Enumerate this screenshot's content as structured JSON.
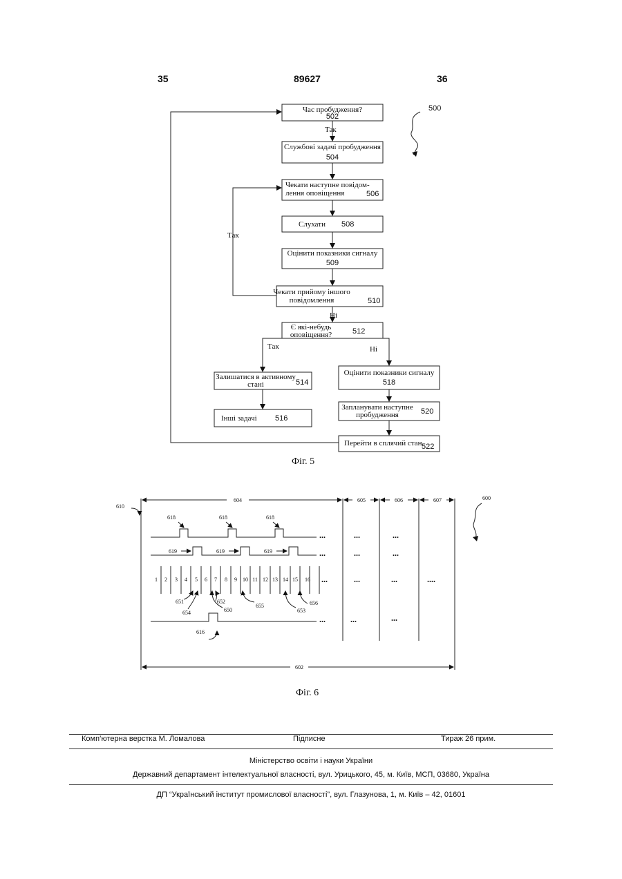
{
  "header": {
    "left_page": "35",
    "patent_number": "89627",
    "right_page": "36"
  },
  "fig5": {
    "ref": "500",
    "caption": "Фіг. 5",
    "boxes": {
      "b502": {
        "line1": "Час пробудження?",
        "num": "502"
      },
      "b504": {
        "line1": "Службові задачі пробудження",
        "num": "504"
      },
      "b506": {
        "line1": "Чекати наступне повідом-",
        "line2": "лення оповіщення",
        "num": "506"
      },
      "b508": {
        "line1": "Слухати",
        "num": "508"
      },
      "b509": {
        "line1": "Оцінити показники сигналу",
        "num": "509"
      },
      "b510": {
        "line1": "Чекати прийому іншого",
        "line2": "повідомлення",
        "num": "510"
      },
      "b512": {
        "line1": "Є які-небудь",
        "line2": "оповіщення?",
        "num": "512"
      },
      "b514": {
        "line1": "Залишатися в активному",
        "line2": "стані",
        "num": "514"
      },
      "b516": {
        "line1": "Інші задачі",
        "num": "516"
      },
      "b518": {
        "line1": "Оцінити показники сигналу",
        "num": "518"
      },
      "b520": {
        "line1": "Запланувати наступне",
        "line2": "пробудження",
        "num": "520"
      },
      "b522": {
        "line1": "Перейти в сплячий стан",
        "num": "522"
      }
    },
    "labels": {
      "yes1": "Так",
      "yes_loop": "Так",
      "no1": "Ні",
      "yes2": "Так",
      "no2": "Ні"
    }
  },
  "fig6": {
    "ref": "600",
    "caption": "Фіг. 6",
    "labels": {
      "l610": "610",
      "l604": "604",
      "l605": "605",
      "l606": "606",
      "l607": "607",
      "l602": "602",
      "l618a": "618",
      "l618b": "618",
      "l618c": "618",
      "l619a": "619",
      "l619b": "619",
      "l619c": "619",
      "l651": "651",
      "l652": "652",
      "l650": "650",
      "l654": "654",
      "l655": "655",
      "l653": "653",
      "l656": "656",
      "l616": "616"
    },
    "slots": [
      "1",
      "2",
      "3",
      "4",
      "5",
      "6",
      "7",
      "8",
      "9",
      "10",
      "11",
      "12",
      "13",
      "14",
      "15",
      "16"
    ],
    "ellipsis": "...",
    "ellipsis4": "...."
  },
  "footer": {
    "layout": "Комп’ютерна верстка М. Ломалова",
    "signed": "Підписне",
    "circulation": "Тираж 26 прим.",
    "ministry": "Міністерство освіти і науки України",
    "department": "Державний департамент інтелектуальної власності, вул. Урицького, 45, м. Київ, МСП, 03680, Україна",
    "institute": "ДП “Український інститут промислової власності”, вул. Глазунова, 1, м. Київ – 42, 01601"
  }
}
